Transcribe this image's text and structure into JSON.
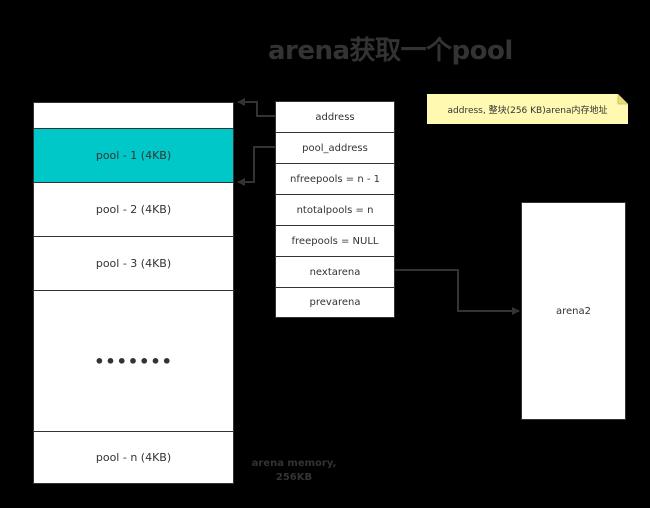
{
  "title": "arena获取一个pool",
  "memory": {
    "blocks": [
      {
        "label": ""
      },
      {
        "label": "pool - 1  (4KB)"
      },
      {
        "label": "pool - 2 (4KB)"
      },
      {
        "label": "pool - 3 (4KB)"
      },
      {
        "label": "•••••••"
      },
      {
        "label": "pool   - n (4KB)"
      }
    ],
    "caption_line1": "arena memory,",
    "caption_line2": "256KB"
  },
  "arena_object": {
    "fields": [
      "address",
      "pool_address",
      "nfreepools = n - 1",
      "ntotalpools = n",
      "freepools = NULL",
      "nextarena",
      "prevarena"
    ]
  },
  "arena2": {
    "label": "arena2"
  },
  "note": {
    "text": "address, 整块(256 KB)arena内存地址"
  },
  "colors": {
    "background": "#000000",
    "highlight_pool": "#00c8c8",
    "note_fill": "#fff9b2",
    "line": "#333333"
  }
}
